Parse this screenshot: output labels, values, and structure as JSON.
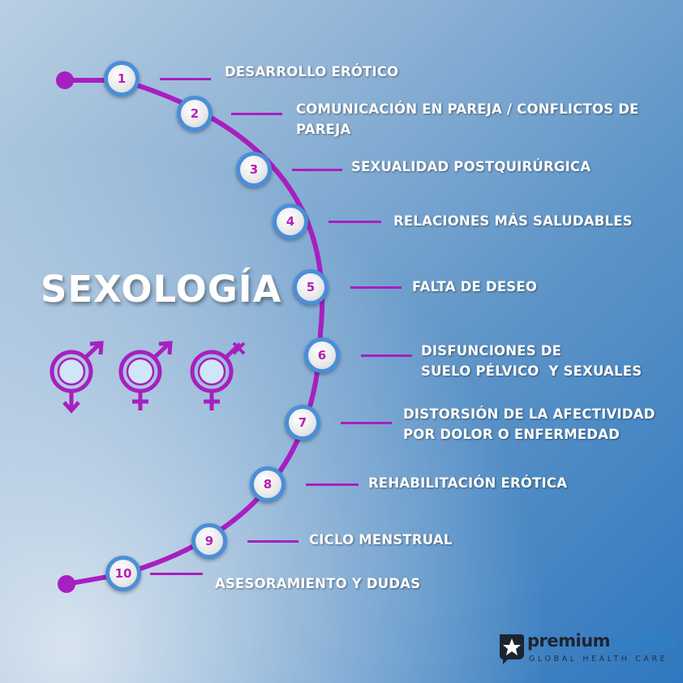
{
  "title": "SEXOLOGÍA",
  "items": [
    {
      "number": "1",
      "lines": [
        "DESARROLLO ERÓTICO"
      ]
    },
    {
      "number": "2",
      "lines": [
        "COMUNICACIÓN EN PAREJA / CONFLICTOS DE",
        "PAREJA"
      ]
    },
    {
      "number": "3",
      "lines": [
        "SEXUALIDAD POSTQUIRÚRGICA"
      ]
    },
    {
      "number": "4",
      "lines": [
        "RELACIONES MÁS SALUDABLES"
      ]
    },
    {
      "number": "5",
      "lines": [
        "FALTA DE DESEO"
      ]
    },
    {
      "number": "6",
      "lines": [
        "DISFUNCIONES DE",
        "SUELO PÉLVICO  Y SEXUALES"
      ]
    },
    {
      "number": "7",
      "lines": [
        "DISTORSIÓN DE LA AFECTIVIDAD",
        "POR DOLOR O ENFERMEDAD"
      ]
    },
    {
      "number": "8",
      "lines": [
        "REHABILITACIÓN ERÓTICA"
      ]
    },
    {
      "number": "9",
      "lines": [
        "CICLO MENSTRUAL"
      ]
    },
    {
      "number": "10",
      "lines": [
        "ASESORAMIENTO Y DUDAS"
      ]
    }
  ],
  "icons": [
    "male-female-symbol-icon",
    "intersex-symbol-icon",
    "transgender-symbol-icon"
  ],
  "logo": {
    "brand_dark": "premium",
    "brand_blue": "madrid",
    "tagline": "GLOBAL HEALTH CARE"
  },
  "colors": {
    "accent": "#a81fc0",
    "node_ring": "#4a8fd9",
    "number": "#b51fb5",
    "logo_blue": "#2d80c6"
  }
}
